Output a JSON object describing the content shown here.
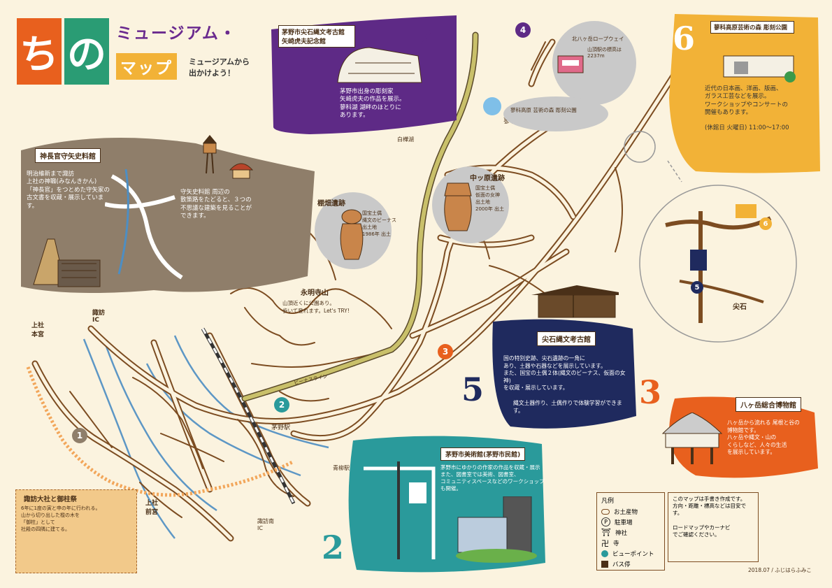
{
  "header": {
    "title_chars": [
      "ち",
      "の"
    ],
    "title_line1": "ミュージアム・",
    "title_line2": "マップ",
    "subtitle_line1": "ミュージアムから",
    "subtitle_line2": "出かけよう！"
  },
  "panels": [
    {
      "num": "1",
      "title": "神長官守矢史料館",
      "text": "明治維新まで諏訪\n上社の神職(みなんきかん)\n「神長官」をつとめた守矢家の\n古文書を収蔵・展示しています。",
      "note": "守矢史料館 周辺の\n散策路をたどると、３つの\n不思議な建築を見ることが\nできます。"
    },
    {
      "num": "2",
      "title": "茅野市美術館(茅野市民館)",
      "text": "茅野市にゆかりの作家の作品を収蔵・展示\nまた、図書室では美術、図書室、\nコミュニティスペースなどのワークショップも開催。"
    },
    {
      "num": "3",
      "title": "八ヶ岳総合博物館",
      "text": "八ヶ岳から流れる 尾根と谷の\n博物館です。\n八ヶ岳や縄文・山の\nくらしなど、人々の生活\nを展示しています。"
    },
    {
      "num": "4",
      "title": "茅野市尖石縄文考古館 矢崎虎夫記念館",
      "text": "茅野市出身の彫刻家\n矢崎虎夫の作品を展示。\n蓼科湖 湖畔のほとりに\nあります。"
    },
    {
      "num": "5",
      "title": "尖石縄文考古館",
      "text": "国の特別史跡、尖石遺跡の一角に\nあり、土器や石器などを展示しています。\nまた、国宝の土偶２体(縄文のビーナス、仮面の女神)\nを収蔵・展示しています。",
      "note": "縄文土器作り、土偶作りで体験学習ができます。"
    },
    {
      "num": "6",
      "title": "蓼科高原芸術の森 彫刻公園",
      "text": "近代の日本画、洋画、版画、\nガラス工芸などを展示。\nワークショップやコンサートの\n開催もあります。",
      "note": "(休館日 火曜日) 11:00〜17:00"
    }
  ],
  "map_labels": {
    "kamisha": "上社\n本宮",
    "maemiya": "上社\n前宮",
    "suwa_ic": "諏訪\nIC",
    "suwa_minami_ic": "諏訪南\nIC",
    "chino_station": "茅野駅",
    "aoyagi_station": "青柳駅",
    "tateshina_lake": "蓼科湖",
    "eimeiji": "永明寺山",
    "eimeiji_note": "山頂近くに公園あり。\n歩いて登れます。Let's TRY!",
    "biinasu_road": "ビーナスライン",
    "tanabatake": "棚畑遺跡",
    "tanabatake_note": "国宝土偶\n縄文のビーナス\n出土地\n1986年 出土",
    "nakappara": "中ッ原遺跡",
    "nakappara_note": "国宝土偶\n仮面の女神\n出土地\n2000年 出土",
    "ropeway": "北八ヶ岳ロープウェイ",
    "ropeway_note": "山頂駅の標高は\n2237m",
    "art_forest": "蓼科高原 芸術の森 彫刻公園",
    "togariishi": "尖石",
    "hokusai": "白樺湖",
    "onbashira": "諏訪大社と御柱祭",
    "onbashira_note": "6年に1度の寅と申の年に行われる。\n山から切り出した樅の木を\n「御柱」として\n社殿の四隅に建てる。"
  },
  "legend": {
    "title": "凡例",
    "items": [
      {
        "sym": "shop",
        "label": "お土産物"
      },
      {
        "sym": "P",
        "label": "駐車場"
      },
      {
        "sym": "shrine",
        "label": "神社"
      },
      {
        "sym": "temple",
        "label": "寺"
      },
      {
        "sym": "view",
        "label": "ビューポイント"
      },
      {
        "sym": "bus",
        "label": "バス停"
      }
    ],
    "note": "このマップは手書き作成です。\n方向・距離・標高などは目安です。\n\nロードマップやカーナビ\nでご確認ください。",
    "credit": "2018.07 / ふじはらふみこ"
  },
  "colors": {
    "orange": "#e8601e",
    "green": "#2a9c74",
    "yellow": "#f2b237",
    "purple": "#5e2a86",
    "navy": "#1f2a5e",
    "teal": "#2a9a9b",
    "brown": "#8f7e6a",
    "road": "#7c4c21",
    "lime": "#c9c06a"
  }
}
